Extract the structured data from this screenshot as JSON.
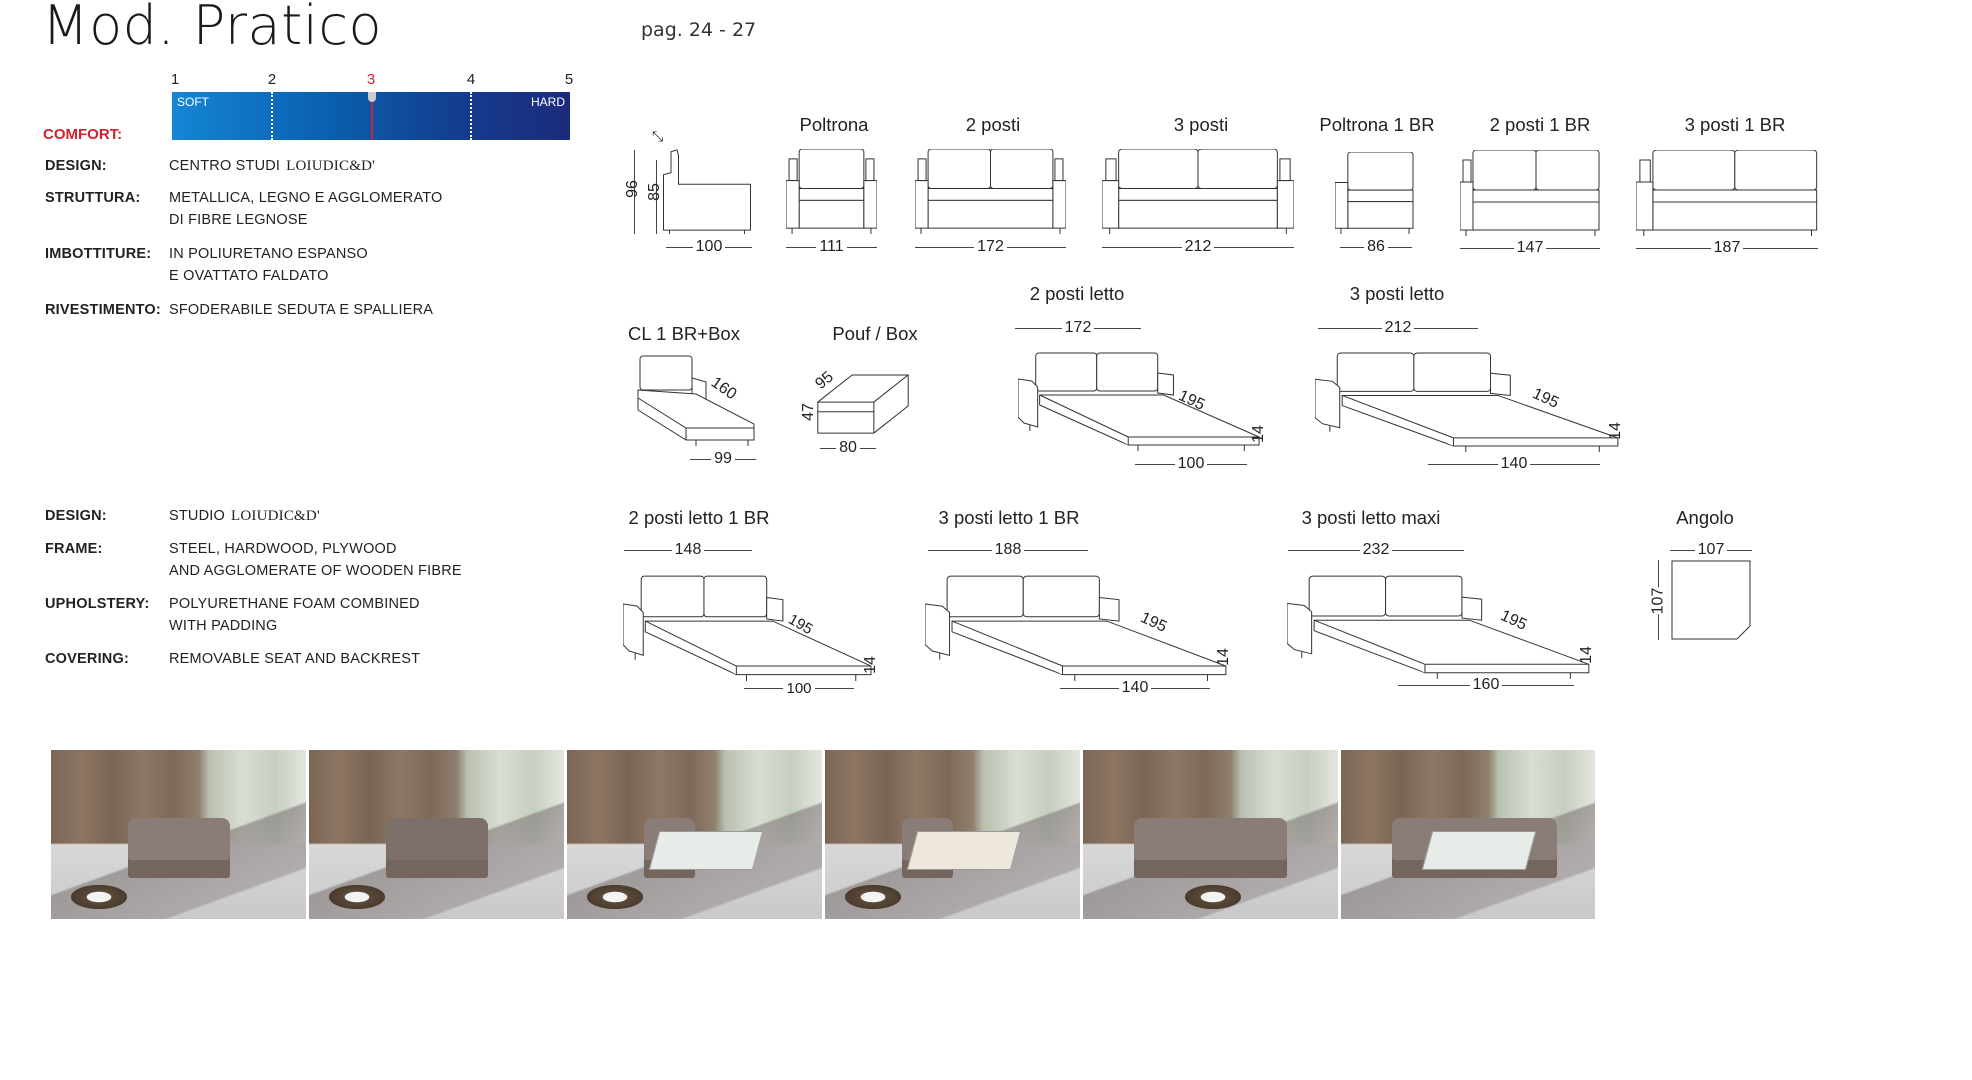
{
  "header": {
    "title": "Mod. Pratico",
    "page_ref": "pag. 24 - 27"
  },
  "comfort": {
    "label": "COMFORT:",
    "scale": [
      "1",
      "2",
      "3",
      "4",
      "5"
    ],
    "selected": 3,
    "soft": "SOFT",
    "hard": "HARD",
    "colors": {
      "bar_start": "#1485d4",
      "bar_end": "#1d2a7a",
      "marker": "#d3202e"
    }
  },
  "specs_it": [
    {
      "label": "DESIGN:",
      "lines": [
        "CENTRO STUDI"
      ],
      "logo": "LOIUDIC&D'"
    },
    {
      "label": "STRUTTURA:",
      "lines": [
        "METALLICA, LEGNO E AGGLOMERATO",
        "DI FIBRE LEGNOSE"
      ]
    },
    {
      "label": "IMBOTTITURE:",
      "lines": [
        "IN POLIURETANO ESPANSO",
        "E OVATTATO FALDATO"
      ]
    },
    {
      "label": "RIVESTIMENTO:",
      "lines": [
        "SFODERABILE SEDUTA E SPALLIERA"
      ]
    }
  ],
  "specs_en": [
    {
      "label": "DESIGN:",
      "lines": [
        "STUDIO"
      ],
      "logo": "LOIUDIC&D'"
    },
    {
      "label": "FRAME:",
      "lines": [
        "STEEL, HARDWOOD, PLYWOOD",
        "AND AGGLOMERATE OF WOODEN FIBRE"
      ]
    },
    {
      "label": "UPHOLSTERY:",
      "lines": [
        "POLYURETHANE FOAM COMBINED",
        "WITH PADDING"
      ]
    },
    {
      "label": "COVERING:",
      "lines": [
        "REMOVABLE SEAT AND BACKREST"
      ]
    }
  ],
  "side_view": {
    "height_total": "96",
    "height_back": "85",
    "depth": "100"
  },
  "models": [
    {
      "name": "Poltrona",
      "width": "111"
    },
    {
      "name": "2 posti",
      "width": "172"
    },
    {
      "name": "3 posti",
      "width": "212"
    },
    {
      "name": "Poltrona 1 BR",
      "width": "86"
    },
    {
      "name": "2 posti 1 BR",
      "width": "147"
    },
    {
      "name": "3 posti 1 BR",
      "width": "187"
    },
    {
      "name": "CL 1 BR+Box",
      "length": "160",
      "width": "99"
    },
    {
      "name": "Pouf / Box",
      "depth": "95",
      "height": "47",
      "width": "80"
    },
    {
      "name": "2 posti letto",
      "width": "172",
      "bed_length": "195",
      "bed_height": "14",
      "bed_width": "100"
    },
    {
      "name": "3 posti letto",
      "width": "212",
      "bed_length": "195",
      "bed_height": "14",
      "bed_width": "140"
    },
    {
      "name": "2 posti letto 1 BR",
      "width": "148",
      "bed_length": "195",
      "bed_height": "14",
      "bed_width": "100"
    },
    {
      "name": "3 posti letto 1 BR",
      "width": "188",
      "bed_length": "195",
      "bed_height": "14",
      "bed_width": "140"
    },
    {
      "name": "3 posti letto maxi",
      "width": "232",
      "bed_length": "195",
      "bed_height": "14",
      "bed_width": "160"
    },
    {
      "name": "Angolo",
      "width": "107",
      "depth": "107"
    }
  ],
  "photos": [
    "sofa-closed",
    "sofa-opening",
    "bed-open",
    "bed-made",
    "chaise-sofa-opening",
    "chaise-bed-open"
  ]
}
